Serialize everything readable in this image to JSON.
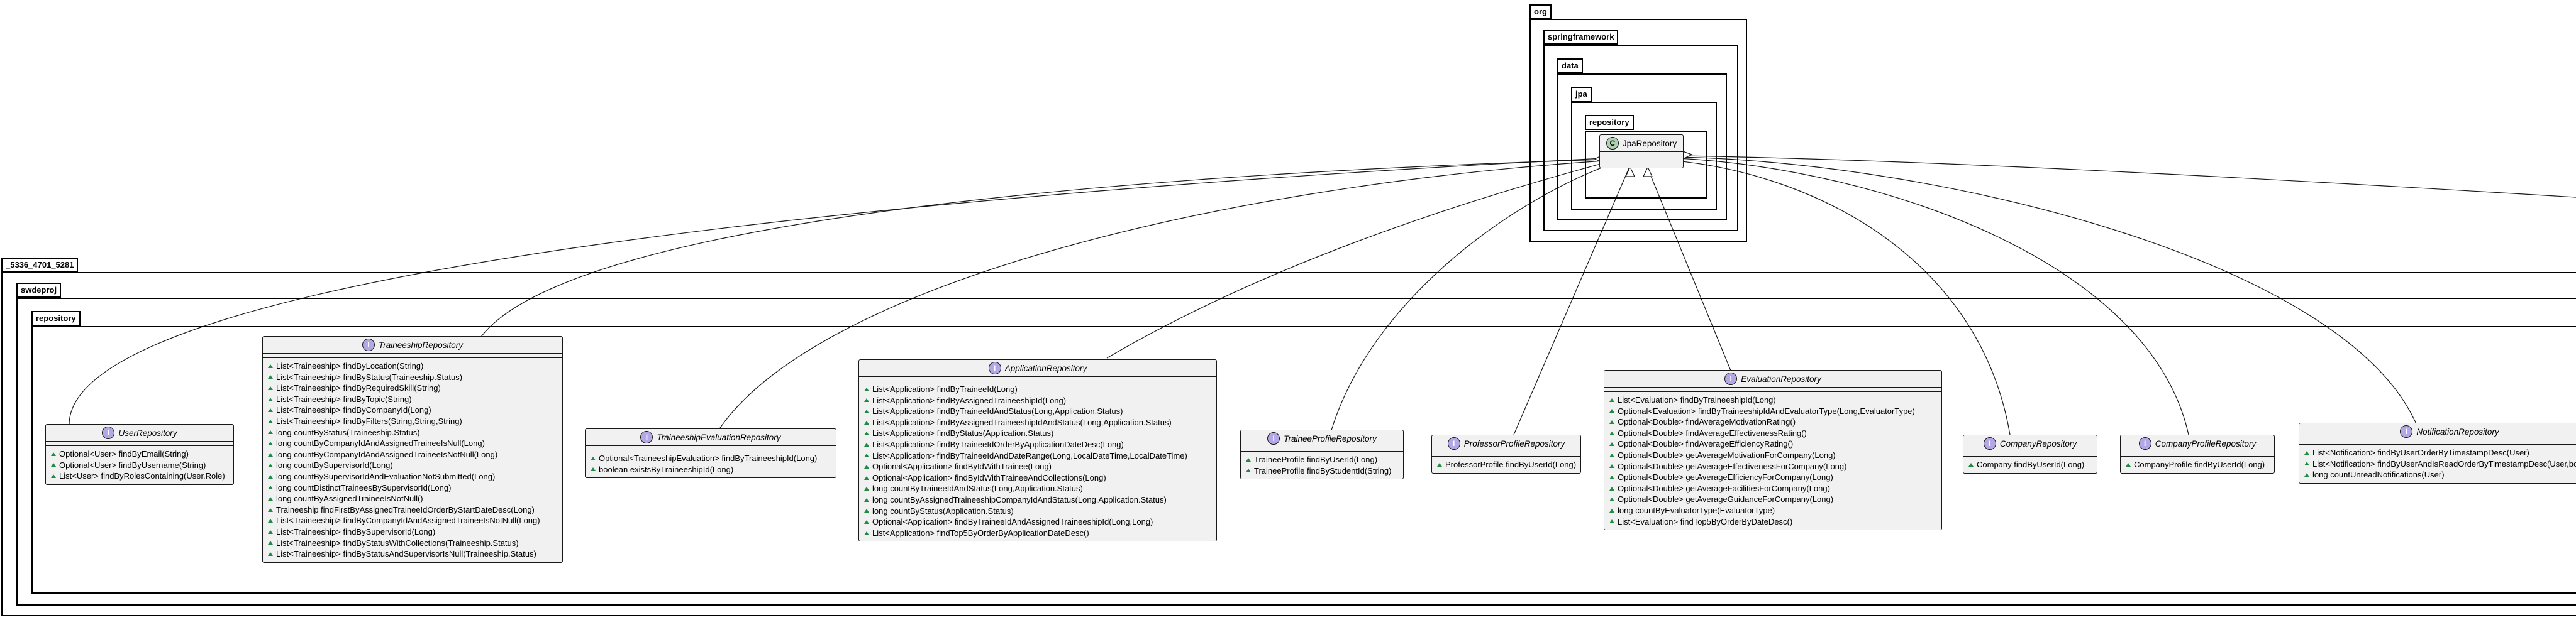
{
  "packages": {
    "org": "org",
    "springframework": "springframework",
    "data": "data",
    "jpa": "jpa",
    "repository_outer": "repository",
    "root": "_5336_4701_5281",
    "swdeproj": "swdeproj",
    "repository_inner": "repository"
  },
  "jpa_class": {
    "badge": "C",
    "name": "JpaRepository"
  },
  "interfaces": [
    {
      "badge": "I",
      "name": "UserRepository",
      "methods": [
        "Optional<User> findByEmail(String)",
        "Optional<User> findByUsername(String)",
        "List<User> findByRolesContaining(User.Role)"
      ]
    },
    {
      "badge": "I",
      "name": "TraineeshipRepository",
      "methods": [
        "List<Traineeship> findByLocation(String)",
        "List<Traineeship> findByStatus(Traineeship.Status)",
        "List<Traineeship> findByRequiredSkill(String)",
        "List<Traineeship> findByTopic(String)",
        "List<Traineeship> findByCompanyId(Long)",
        "List<Traineeship> findByFilters(String,String,String)",
        "long countByStatus(Traineeship.Status)",
        "long countByCompanyIdAndAssignedTraineeIsNull(Long)",
        "long countByCompanyIdAndAssignedTraineeIsNotNull(Long)",
        "long countBySupervisorId(Long)",
        "long countBySupervisorIdAndEvaluationNotSubmitted(Long)",
        "long countDistinctTraineesBySupervisorId(Long)",
        "long countByAssignedTraineeIsNotNull()",
        "Traineeship findFirstByAssignedTraineeIdOrderByStartDateDesc(Long)",
        "List<Traineeship> findByCompanyIdAndAssignedTraineeIsNotNull(Long)",
        "List<Traineeship> findBySupervisorId(Long)",
        "List<Traineeship> findByStatusWithCollections(Traineeship.Status)",
        "List<Traineeship> findByStatusAndSupervisorIsNull(Traineeship.Status)"
      ]
    },
    {
      "badge": "I",
      "name": "TraineeshipEvaluationRepository",
      "methods": [
        "Optional<TraineeshipEvaluation> findByTraineeshipId(Long)",
        "boolean existsByTraineeshipId(Long)"
      ]
    },
    {
      "badge": "I",
      "name": "ApplicationRepository",
      "methods": [
        "List<Application> findByTraineeId(Long)",
        "List<Application> findByAssignedTraineeshipId(Long)",
        "List<Application> findByTraineeIdAndStatus(Long,Application.Status)",
        "List<Application> findByAssignedTraineeshipIdAndStatus(Long,Application.Status)",
        "List<Application> findByStatus(Application.Status)",
        "List<Application> findByTraineeIdOrderByApplicationDateDesc(Long)",
        "List<Application> findByTraineeIdAndDateRange(Long,LocalDateTime,LocalDateTime)",
        "Optional<Application> findByIdWithTrainee(Long)",
        "Optional<Application> findByIdWithTraineeAndCollections(Long)",
        "long countByTraineeIdAndStatus(Long,Application.Status)",
        "long countByAssignedTraineeshipCompanyIdAndStatus(Long,Application.Status)",
        "long countByStatus(Application.Status)",
        "Optional<Application> findByTraineeIdAndAssignedTraineeshipId(Long,Long)",
        "List<Application> findTop5ByOrderByApplicationDateDesc()"
      ]
    },
    {
      "badge": "I",
      "name": "TraineeProfileRepository",
      "methods": [
        "TraineeProfile findByUserId(Long)",
        "TraineeProfile findByStudentId(String)"
      ]
    },
    {
      "badge": "I",
      "name": "ProfessorProfileRepository",
      "methods": [
        "ProfessorProfile findByUserId(Long)"
      ]
    },
    {
      "badge": "I",
      "name": "EvaluationRepository",
      "methods": [
        "List<Evaluation> findByTraineeshipId(Long)",
        "Optional<Evaluation> findByTraineeshipIdAndEvaluatorType(Long,EvaluatorType)",
        "Optional<Double> findAverageMotivationRating()",
        "Optional<Double> findAverageEffectivenessRating()",
        "Optional<Double> findAverageEfficiencyRating()",
        "Optional<Double> getAverageMotivationForCompany(Long)",
        "Optional<Double> getAverageEffectivenessForCompany(Long)",
        "Optional<Double> getAverageEfficiencyForCompany(Long)",
        "Optional<Double> getAverageFacilitiesForCompany(Long)",
        "Optional<Double> getAverageGuidanceForCompany(Long)",
        "long countByEvaluatorType(EvaluatorType)",
        "List<Evaluation> findTop5ByOrderByDateDesc()"
      ]
    },
    {
      "badge": "I",
      "name": "CompanyRepository",
      "methods": [
        "Company findByUserId(Long)"
      ]
    },
    {
      "badge": "I",
      "name": "CompanyProfileRepository",
      "methods": [
        "CompanyProfile findByUserId(Long)"
      ]
    },
    {
      "badge": "I",
      "name": "NotificationRepository",
      "methods": [
        "List<Notification> findByUserOrderByTimestampDesc(User)",
        "List<Notification> findByUserAndIsReadOrderByTimestampDesc(User,boolean)",
        "long countUnreadNotifications(User)"
      ]
    }
  ]
}
